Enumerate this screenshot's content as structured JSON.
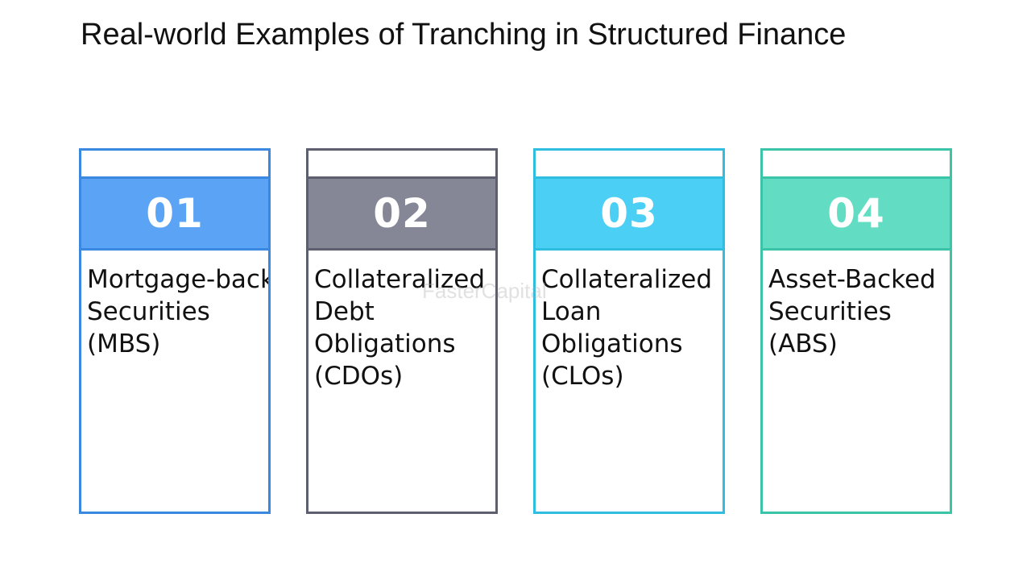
{
  "title": "Real-world Examples of Tranching in Structured Finance",
  "watermark": "FasterCapital",
  "cards": [
    {
      "number": "01",
      "text": "Mortgage-backed\nSecurities\n(MBS)",
      "color": "#5ba4f5",
      "border": "#3b88e0"
    },
    {
      "number": "02",
      "text": "Collateralized\nDebt\nObligations\n(CDOs)",
      "color": "#858797",
      "border": "#5d5f6e"
    },
    {
      "number": "03",
      "text": "Collateralized\nLoan\nObligations\n(CLOs)",
      "color": "#4ccff5",
      "border": "#2fbde0"
    },
    {
      "number": "04",
      "text": "Asset-Backed\nSecurities\n(ABS)",
      "color": "#62ddc4",
      "border": "#3cc4a8"
    }
  ]
}
